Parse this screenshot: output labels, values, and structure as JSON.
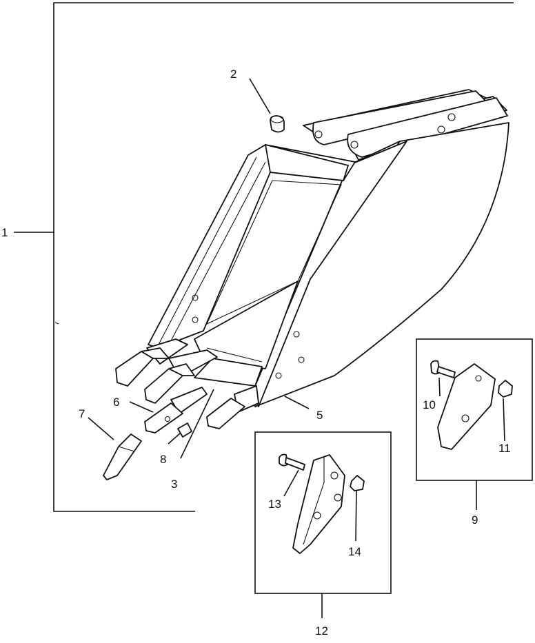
{
  "callouts": [
    {
      "id": "1",
      "text": "1"
    },
    {
      "id": "2",
      "text": "2"
    },
    {
      "id": "3",
      "text": "3"
    },
    {
      "id": "5",
      "text": "5"
    },
    {
      "id": "6",
      "text": "6"
    },
    {
      "id": "7",
      "text": "7"
    },
    {
      "id": "8",
      "text": "8"
    },
    {
      "id": "9",
      "text": "9"
    },
    {
      "id": "10",
      "text": "10"
    },
    {
      "id": "11",
      "text": "11"
    },
    {
      "id": "12",
      "text": "12"
    },
    {
      "id": "13",
      "text": "13"
    },
    {
      "id": "14",
      "text": "14"
    }
  ]
}
